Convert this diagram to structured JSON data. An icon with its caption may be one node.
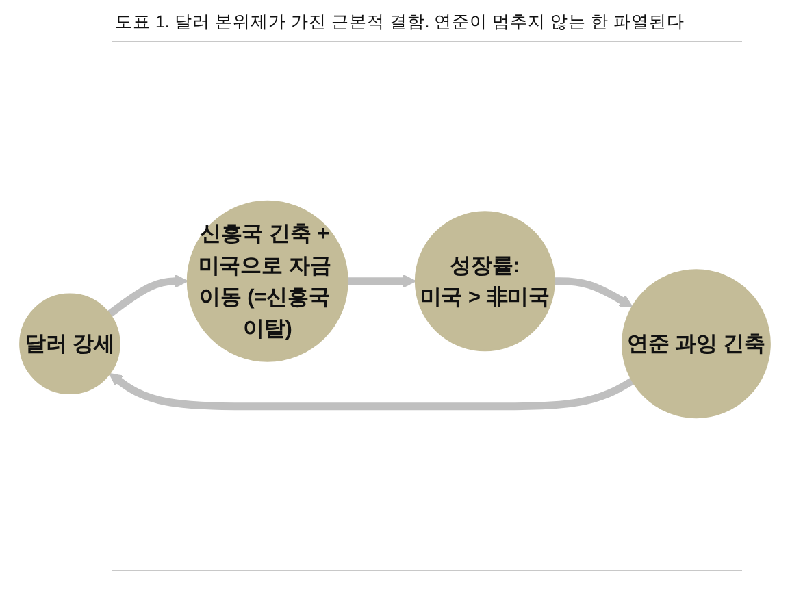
{
  "diagram": {
    "title": "도표 1. 달러 본위제가 가진 근본적 결함. 연준이 멈추지 않는 한 파열된다",
    "nodes": [
      {
        "text": [
          "달러 강세"
        ]
      },
      {
        "text": [
          "신흥국 긴축 + 미국으로 자금 이동 (=신흥국 이탈)"
        ]
      },
      {
        "text": [
          "성장률:",
          "미국 > 非미국"
        ]
      },
      {
        "text": [
          "연준 과잉 긴축"
        ]
      }
    ],
    "edges": [
      {
        "from": 0,
        "to": 1,
        "arrow": "to"
      },
      {
        "from": 1,
        "to": 2,
        "arrow": "to"
      },
      {
        "from": 2,
        "to": 3,
        "arrow": "to"
      },
      {
        "from": 3,
        "to": 0,
        "arrow": "to"
      }
    ]
  }
}
